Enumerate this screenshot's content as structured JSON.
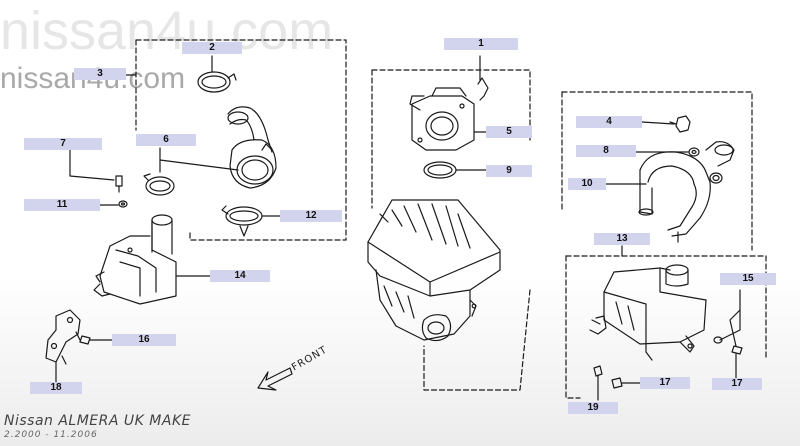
{
  "callouts": [
    {
      "num": "1"
    },
    {
      "num": "2"
    },
    {
      "num": "3"
    },
    {
      "num": "4"
    },
    {
      "num": "5"
    },
    {
      "num": "6"
    },
    {
      "num": "7"
    },
    {
      "num": "8"
    },
    {
      "num": "9"
    },
    {
      "num": "10"
    },
    {
      "num": "11"
    },
    {
      "num": "12"
    },
    {
      "num": "13"
    },
    {
      "num": "14"
    },
    {
      "num": "15"
    },
    {
      "num": "16"
    },
    {
      "num": "17"
    },
    {
      "num": "17"
    },
    {
      "num": "18"
    },
    {
      "num": "19"
    }
  ],
  "front_label": "FRONT",
  "watermark": "nissan4u.com",
  "model": {
    "title": "Nissan ALMERA UK MAKE",
    "period": "2.2000 - 11.2006"
  },
  "colors": {
    "callout_bg": "#d2d3ec",
    "line": "#1a1a1a",
    "watermark": "#a9a9a9"
  }
}
